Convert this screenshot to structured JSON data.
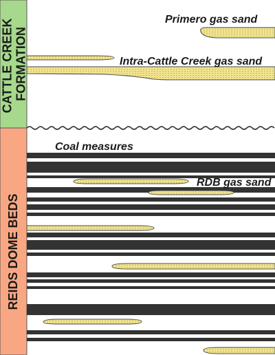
{
  "units": {
    "cattle_creek": {
      "line1": "CATTLE CREEK",
      "line2": "FORMATION",
      "fill": "#a6d98c"
    },
    "reids_dome": {
      "label": "REIDS DOME BEDS",
      "fill": "#f9a783"
    }
  },
  "labels": {
    "primero": "Primero gas sand",
    "intra_cattle_creek": "Intra-Cattle Creek gas sand",
    "coal_measures": "Coal measures",
    "rdb": "RDB gas sand"
  },
  "colors": {
    "coal": "#333333",
    "sand_fill": "#f2e48f",
    "sand_stroke": "#4d4d4d",
    "unconformity": "#3a3a3a",
    "unit_border": "#555555"
  }
}
